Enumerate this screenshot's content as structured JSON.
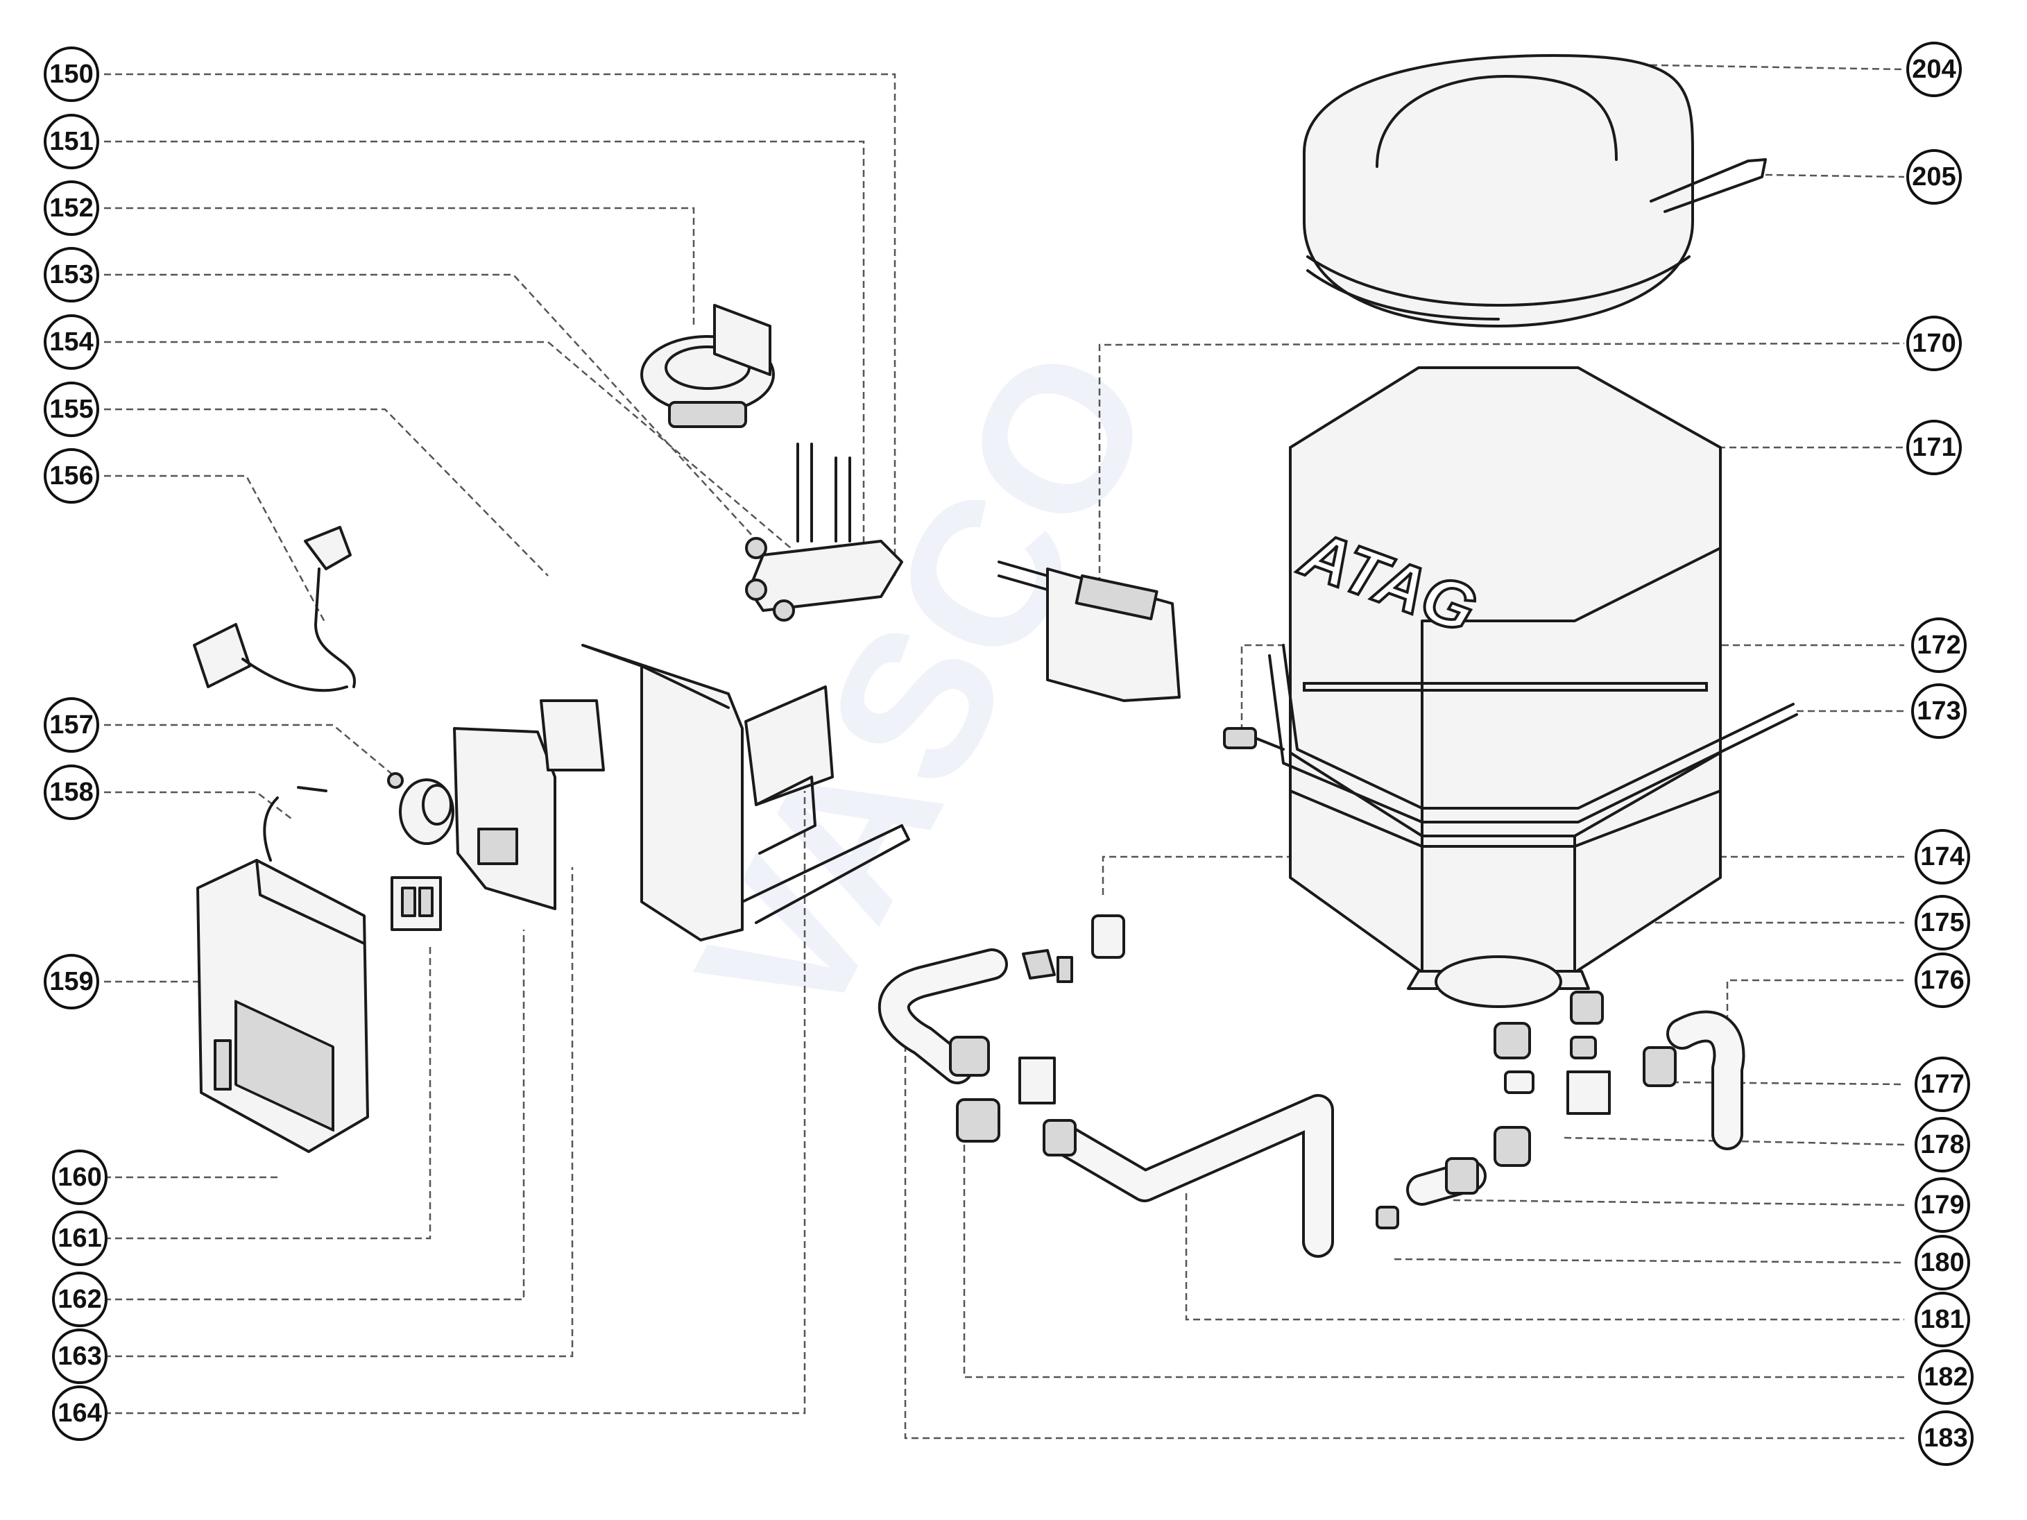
{
  "brand_label": "ATAG",
  "watermark_text": "VASCO",
  "callouts_left": [
    "150",
    "151",
    "152",
    "153",
    "154",
    "155",
    "156",
    "157",
    "158",
    "159",
    "160",
    "161",
    "162",
    "163",
    "164"
  ],
  "callouts_right": [
    "204",
    "205",
    "170",
    "171",
    "172",
    "173",
    "174",
    "175",
    "176",
    "177",
    "178",
    "179",
    "180",
    "181",
    "182",
    "183"
  ],
  "colors": {
    "ink": "#1a1a1a",
    "paper": "#ffffff",
    "watermark": "#dde4f1"
  }
}
